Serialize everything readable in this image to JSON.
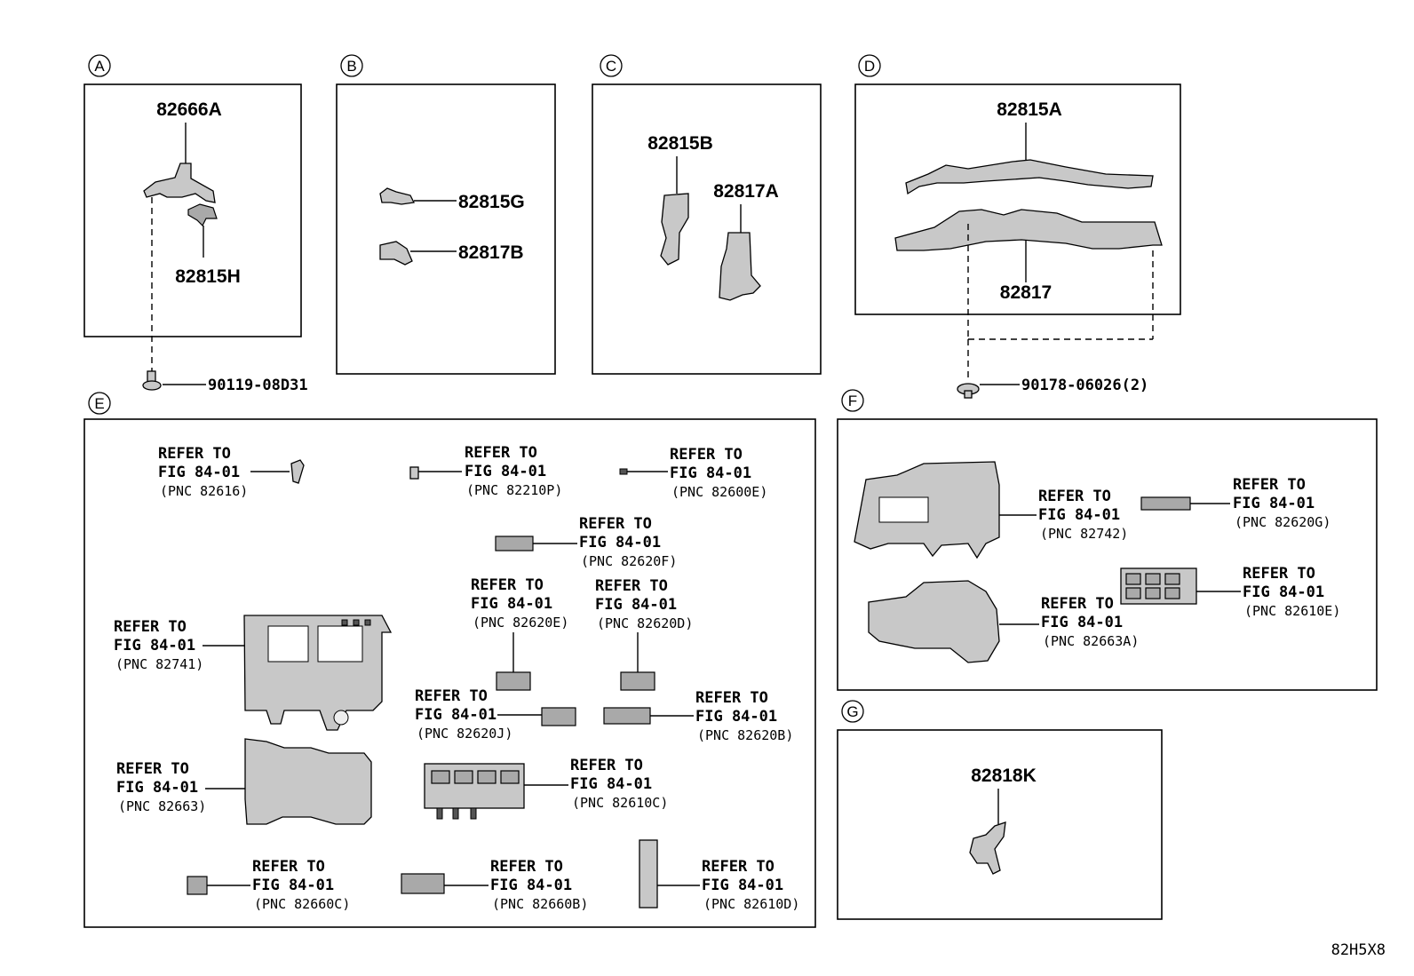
{
  "sections": {
    "A": {
      "letter": "A",
      "part_top": "82666A",
      "part_bottom": "82815H",
      "fastener": "90119-08D31"
    },
    "B": {
      "letter": "B",
      "part_1": "82815G",
      "part_2": "82817B"
    },
    "C": {
      "letter": "C",
      "part_1": "82815B",
      "part_2": "82817A"
    },
    "D": {
      "letter": "D",
      "part_1": "82815A",
      "part_2": "82817",
      "fastener": "90178-06026(2)"
    },
    "E": {
      "letter": "E",
      "refs": [
        {
          "line1": "REFER TO",
          "line2": "FIG 84-01",
          "pnc": "(PNC 82616)"
        },
        {
          "line1": "REFER TO",
          "line2": "FIG 84-01",
          "pnc": "(PNC 82210P)"
        },
        {
          "line1": "REFER TO",
          "line2": "FIG 84-01",
          "pnc": "(PNC 82600E)"
        },
        {
          "line1": "REFER TO",
          "line2": "FIG 84-01",
          "pnc": "(PNC 82620F)"
        },
        {
          "line1": "REFER TO",
          "line2": "FIG 84-01",
          "pnc": "(PNC 82620E)"
        },
        {
          "line1": "REFER TO",
          "line2": "FIG 84-01",
          "pnc": "(PNC 82620D)"
        },
        {
          "line1": "REFER TO",
          "line2": "FIG 84-01",
          "pnc": "(PNC 82741)"
        },
        {
          "line1": "REFER TO",
          "line2": "FIG 84-01",
          "pnc": "(PNC 82620J)"
        },
        {
          "line1": "REFER TO",
          "line2": "FIG 84-01",
          "pnc": "(PNC 82620B)"
        },
        {
          "line1": "REFER TO",
          "line2": "FIG 84-01",
          "pnc": "(PNC 82663)"
        },
        {
          "line1": "REFER TO",
          "line2": "FIG 84-01",
          "pnc": "(PNC 82610C)"
        },
        {
          "line1": "REFER TO",
          "line2": "FIG 84-01",
          "pnc": "(PNC 82660C)"
        },
        {
          "line1": "REFER TO",
          "line2": "FIG 84-01",
          "pnc": "(PNC 82660B)"
        },
        {
          "line1": "REFER TO",
          "line2": "FIG 84-01",
          "pnc": "(PNC 82610D)"
        }
      ]
    },
    "F": {
      "letter": "F",
      "refs": [
        {
          "line1": "REFER TO",
          "line2": "FIG 84-01",
          "pnc": "(PNC 82742)"
        },
        {
          "line1": "REFER TO",
          "line2": "FIG 84-01",
          "pnc": "(PNC 82620G)"
        },
        {
          "line1": "REFER TO",
          "line2": "FIG 84-01",
          "pnc": "(PNC 82663A)"
        },
        {
          "line1": "REFER TO",
          "line2": "FIG 84-01",
          "pnc": "(PNC 82610E)"
        }
      ]
    },
    "G": {
      "letter": "G",
      "part_1": "82818K"
    }
  },
  "diagram_code": "82H5X8"
}
